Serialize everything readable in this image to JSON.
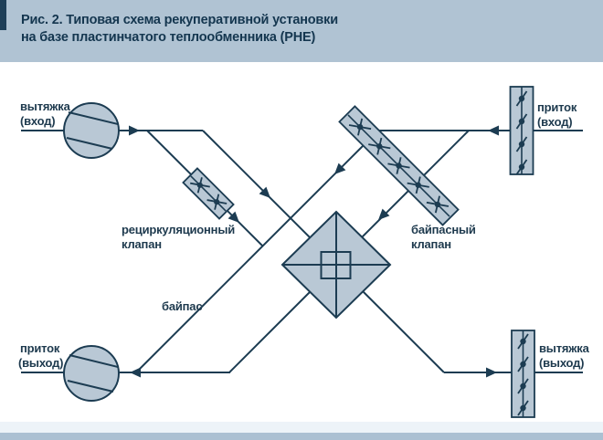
{
  "header": {
    "title_line1": "Рис. 2. Типовая схема рекуперативной установки",
    "title_line2": "на базе пластинчатого теплообменника (PHE)"
  },
  "diagram": {
    "labels": {
      "extract_in": {
        "line1": "вытяжка",
        "line2": "(вход)"
      },
      "supply_in": {
        "line1": "приток",
        "line2": "(вход)"
      },
      "recirculation_valve": {
        "line1": "рециркуляционный",
        "line2": "клапан"
      },
      "bypass_valve": {
        "line1": "байпасный",
        "line2": "клапан"
      },
      "bypass_line": {
        "line1": "байпас"
      },
      "supply_out": {
        "line1": "приток",
        "line2": "(выход)"
      },
      "extract_out": {
        "line1": "вытяжка",
        "line2": "(выход)"
      }
    },
    "components": {
      "fan_top": "fan-icon",
      "fan_bottom": "fan-icon",
      "damper_top_right": "damper-icon",
      "damper_bottom_right": "damper-icon",
      "recirculation_valve": "valve-icon",
      "bypass_valve": "valve-icon",
      "heat_exchanger": "plate-heat-exchanger-icon"
    },
    "colors": {
      "line": "#1c3c52",
      "symbol_fill": "#b9c8d5",
      "header_bg": "#b0c3d3",
      "accent_bar": "#1e3f58",
      "text": "#1e3a4e",
      "bottom_strip": "#abc0d2"
    }
  }
}
